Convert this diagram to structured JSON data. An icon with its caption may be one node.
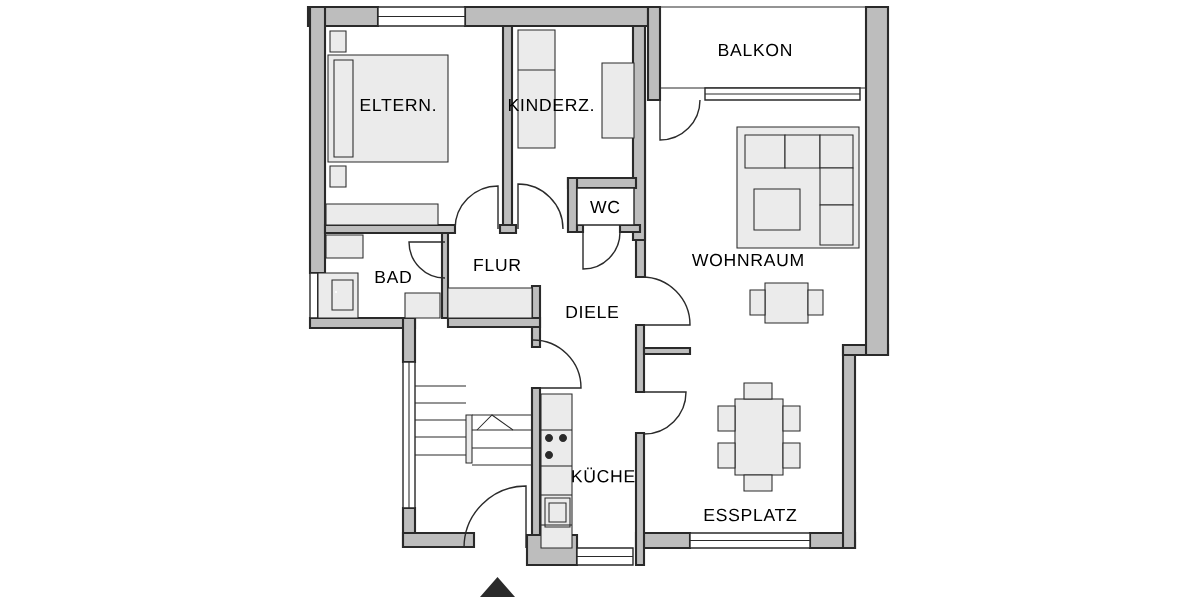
{
  "diagram": {
    "labels": [
      "BALKON",
      "ELTERN.",
      "KINDERZ.",
      "WC",
      "WOHNRAUM",
      "FLUR",
      "BAD",
      "DIELE",
      "KÜCHE",
      "ESSPLATZ"
    ]
  }
}
